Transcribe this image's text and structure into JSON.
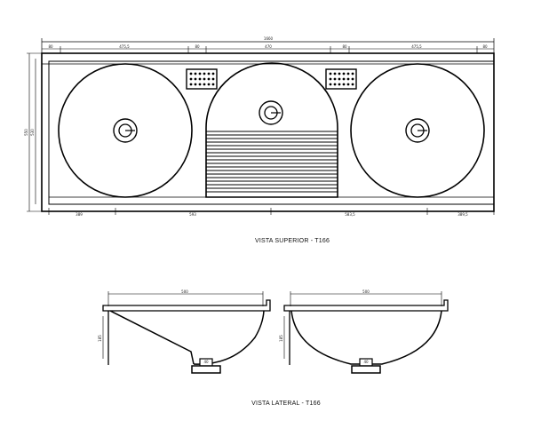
{
  "top_view": {
    "caption": "VISTA SUPERIOR - T166",
    "dim_top_total": "1660",
    "dim_top_segments": [
      "80",
      "475,5",
      "80",
      "470",
      "80",
      "475,5",
      "80"
    ],
    "dim_left_outer": "550",
    "dim_left_inner": "530",
    "dim_bottom_segments": [
      "389",
      "593",
      "583,5",
      "389,5"
    ]
  },
  "side_view": {
    "caption": "VISTA LATERAL - T166",
    "left_width_label": "500",
    "right_width_label": "500",
    "left_height_label": "185",
    "right_height_label": "185",
    "left_drain_label": "40",
    "right_drain_label": "40"
  }
}
